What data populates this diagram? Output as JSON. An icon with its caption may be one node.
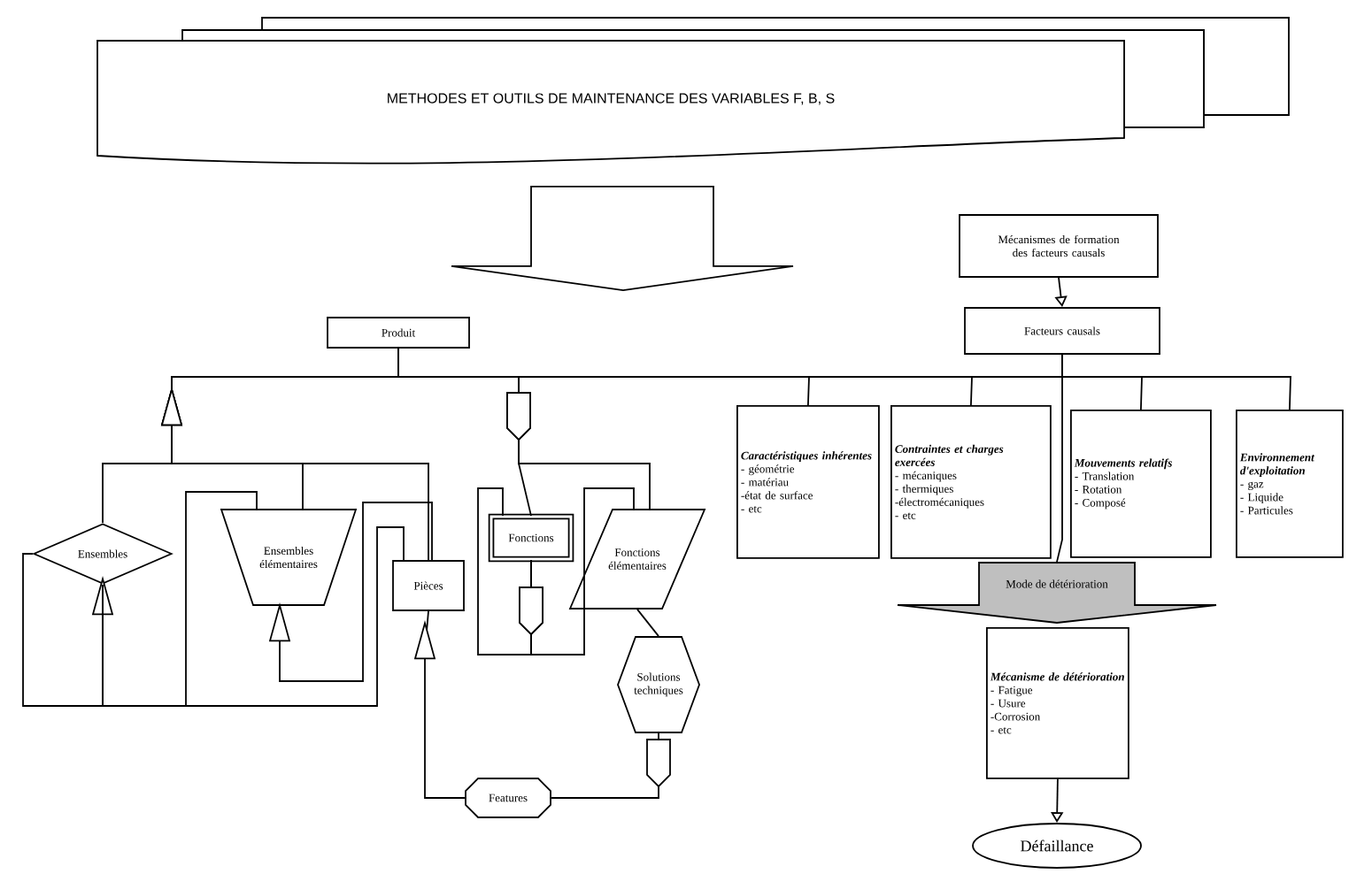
{
  "diagram": {
    "nodes": [
      {
        "text": [
          "METHODES ET OUTILS DE MAINTENANCE  DES VARIABLES F, B, S"
        ]
      },
      {
        "text": [
          "Produit"
        ]
      },
      {
        "text": [
          "Ensembles"
        ]
      },
      {
        "text": [
          "Ensembles élémentaires"
        ]
      },
      {
        "text": [
          "Pièces"
        ]
      },
      {
        "text": [
          "Fonctions"
        ]
      },
      {
        "text": [
          "Fonctions élémentaires"
        ]
      },
      {
        "text": [
          "Solutions techniques"
        ]
      },
      {
        "text": [
          "Features"
        ]
      },
      {
        "text": [
          "Mécanismes de formation des facteurs causals"
        ]
      },
      {
        "text": [
          "Facteurs causals"
        ]
      },
      {
        "text": [
          "Caractéristiques inhérentes",
          "- géométrie",
          "- matériau",
          "-état de surface",
          "- etc"
        ]
      },
      {
        "text": [
          "Contraintes et charges exercées",
          "- mécaniques",
          "- thermiques",
          "-électromécaniques",
          "- etc"
        ]
      },
      {
        "text": [
          "Mouvements relatifs",
          "- Translation",
          "- Rotation",
          "- Composé"
        ]
      },
      {
        "text": [
          "Environnement d'exploitation",
          "- gaz",
          "- Liquide",
          "- Particules"
        ]
      },
      {
        "text": [
          "Mode de détérioration"
        ]
      },
      {
        "text": [
          "Mécanisme de détérioration",
          "- Fatigue",
          "- Usure",
          "-Corrosion",
          "- etc"
        ]
      },
      {
        "text": [
          "Défaillance"
        ]
      }
    ],
    "edges": [
      {
        "from": 0,
        "to": 1,
        "arrow": "to"
      },
      {
        "from": 1,
        "to": 10,
        "arrow": "none"
      },
      {
        "from": 2,
        "to": 1,
        "arrow": "to"
      },
      {
        "from": 3,
        "to": 1,
        "arrow": "to"
      },
      {
        "from": 4,
        "to": 1,
        "arrow": "to"
      },
      {
        "from": 2,
        "to": 2,
        "arrow": "to"
      },
      {
        "from": 2,
        "to": 3,
        "arrow": "none"
      },
      {
        "from": 2,
        "to": 4,
        "arrow": "none"
      },
      {
        "from": 4,
        "to": 3,
        "arrow": "to"
      },
      {
        "from": 8,
        "to": 4,
        "arrow": "to"
      },
      {
        "from": 7,
        "to": 8,
        "arrow": "none"
      },
      {
        "from": 1,
        "to": 5,
        "arrow": "none"
      },
      {
        "from": 1,
        "to": 6,
        "arrow": "none"
      },
      {
        "from": 5,
        "to": 5,
        "arrow": "none"
      },
      {
        "from": 5,
        "to": 6,
        "arrow": "none"
      },
      {
        "from": 6,
        "to": 7,
        "arrow": "none"
      },
      {
        "from": 9,
        "to": 10,
        "arrow": "to"
      },
      {
        "from": 10,
        "to": 11,
        "arrow": "none"
      },
      {
        "from": 10,
        "to": 12,
        "arrow": "none"
      },
      {
        "from": 10,
        "to": 13,
        "arrow": "none"
      },
      {
        "from": 10,
        "to": 14,
        "arrow": "none"
      },
      {
        "from": 16,
        "to": 17,
        "arrow": "to"
      },
      {
        "from": 10,
        "to": 15,
        "arrow": "none"
      }
    ]
  }
}
